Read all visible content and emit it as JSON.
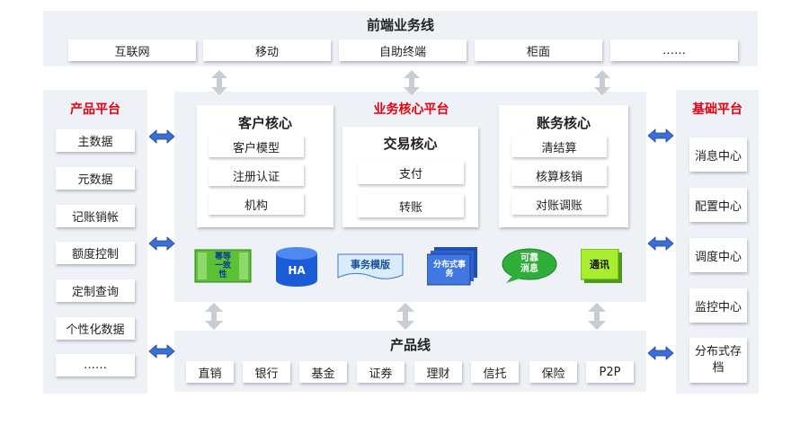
{
  "frontend": {
    "title": "前端业务线",
    "items": [
      "互联网",
      "移动",
      "自助终端",
      "柜面",
      "……"
    ]
  },
  "product_platform": {
    "title": "产品平台",
    "items": [
      "主数据",
      "元数据",
      "记账销帐",
      "额度控制",
      "定制查询",
      "个性化数据",
      "……"
    ]
  },
  "core_platform": {
    "title": "业务核心平台",
    "customer": {
      "title": "客户核心",
      "items": [
        "客户模型",
        "注册认证",
        "机构"
      ]
    },
    "transaction": {
      "title": "交易核心",
      "items": [
        "支付",
        "转账"
      ]
    },
    "accounting": {
      "title": "账务核心",
      "items": [
        "清结算",
        "核算核销",
        "对账调账"
      ]
    },
    "components": {
      "sequence": "幂等一致性",
      "ha": "HA",
      "template": "事务模版",
      "distributed": "分布式事务",
      "reliable": "可靠消息",
      "comm": "通讯"
    }
  },
  "base_platform": {
    "title": "基础平台",
    "items": [
      "消息中心",
      "配置中心",
      "调度中心",
      "监控中心",
      "分布式存档"
    ]
  },
  "product_line": {
    "title": "产品线",
    "items": [
      "直销",
      "银行",
      "基金",
      "证券",
      "理财",
      "信托",
      "保险",
      "P2P"
    ]
  },
  "colors": {
    "accent_red": "#e60012",
    "arrow_blue": "#3b6fd8",
    "panel": "#eef1f6"
  }
}
